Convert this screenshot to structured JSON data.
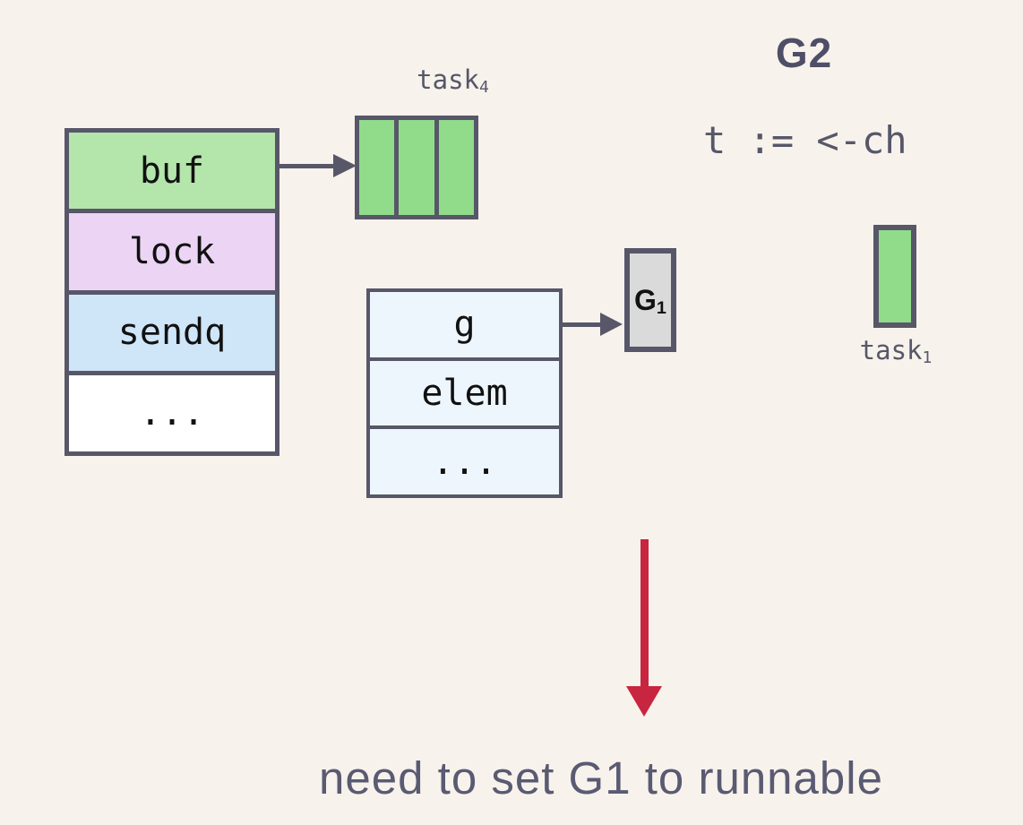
{
  "title": "G2",
  "code_line": "t := <-ch",
  "caption": "need to set G1 to runnable",
  "hchan": {
    "rows": [
      {
        "label": "buf",
        "color": "#b4e5ab"
      },
      {
        "label": "lock",
        "color": "#ecd4f5"
      },
      {
        "label": "sendq",
        "color": "#cfe5f8"
      },
      {
        "label": "...",
        "color": "#ffffff"
      }
    ]
  },
  "buffer": {
    "label_text": "task",
    "label_sub": "4",
    "cell_count": 3,
    "cell_color": "#90dc8a"
  },
  "sudog": {
    "rows": [
      {
        "label": "g"
      },
      {
        "label": "elem"
      },
      {
        "label": "..."
      }
    ]
  },
  "g1": {
    "label_text": "G",
    "label_sub": "1",
    "fill": "#dadada"
  },
  "task1": {
    "label_text": "task",
    "label_sub": "1",
    "fill": "#90dc8a"
  },
  "colors": {
    "background": "#f7f2ec",
    "outline": "#575769",
    "arrow_red": "#c82540",
    "label_text": "#575769",
    "title_text": "#4e4e67",
    "caption_text": "#5a5a72"
  }
}
